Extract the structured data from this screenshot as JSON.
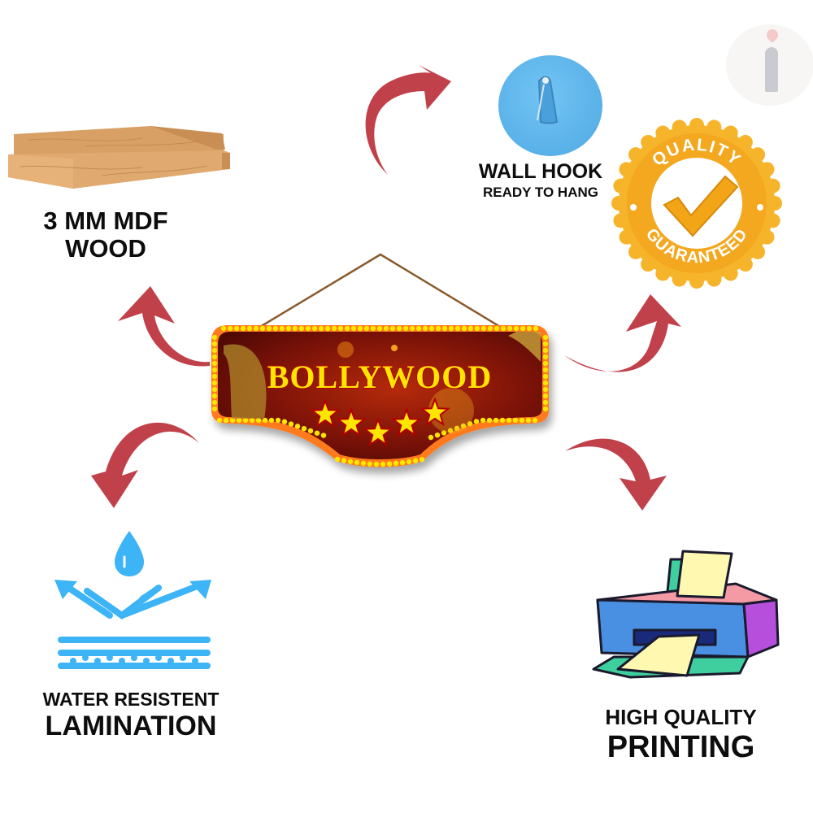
{
  "sign": {
    "title": "BOLLYWOOD",
    "star_count": 5
  },
  "features": {
    "wood": {
      "line1": "3 MM MDF",
      "line2": "WOOD"
    },
    "hook": {
      "line1": "WALL HOOK",
      "line2": "READY TO HANG"
    },
    "badge": {
      "top": "QUALITY",
      "bottom": "GUARANTEED"
    },
    "water": {
      "line1": "WATER RESISTENT",
      "line2": "LAMINATION"
    },
    "printing": {
      "line1": "HIGH QUALITY",
      "line2": "PRINTING"
    }
  },
  "colors": {
    "arrow": "#c1414b",
    "sign_bg": "#7a1208",
    "sign_border": "#ff7a1a",
    "bulb": "#ffe600",
    "title_fill": "#ffe600",
    "title_stroke": "#b30000",
    "badge_gold": "#f6b42a",
    "hook_blue": "#5cb6ee",
    "water_blue": "#3db4f5",
    "wood": "#d9a066",
    "text": "#0d0d0d"
  },
  "logo": {
    "glyph": "i"
  }
}
